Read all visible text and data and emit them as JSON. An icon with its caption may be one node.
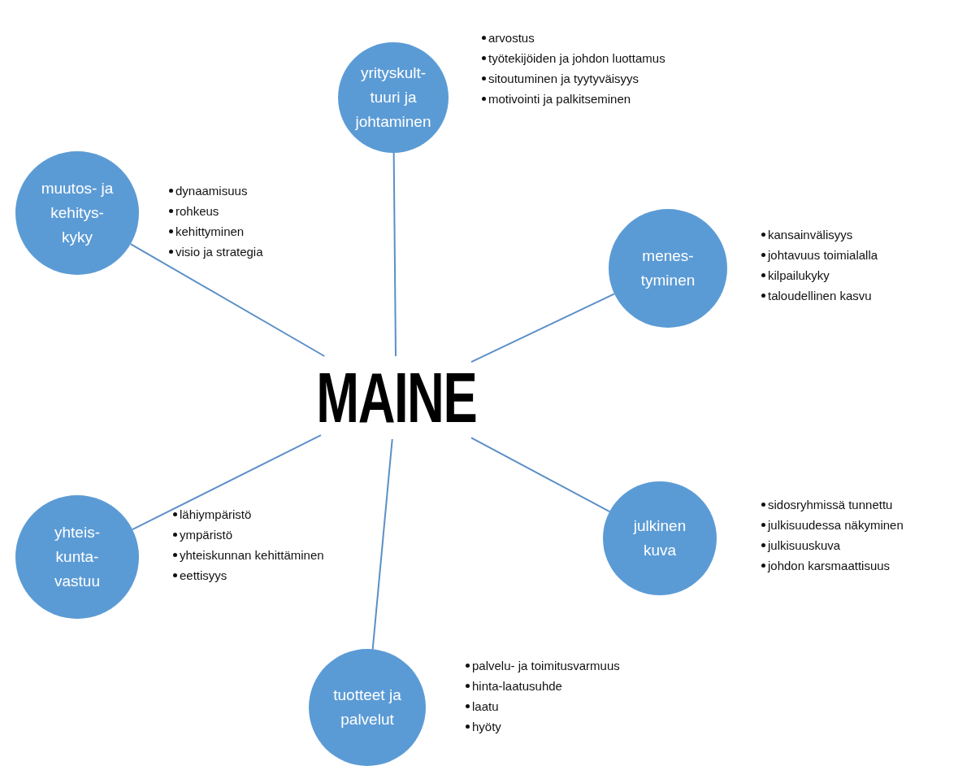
{
  "diagram": {
    "nodes": [
      {
        "text": [
          "MAINE"
        ]
      },
      {
        "text": [
          "yrityskult- tuuri ja johtaminen"
        ],
        "beside": [
          "arvostus",
          "työtekijöiden ja johdon luottamus",
          "sitoutuminen ja tyytyväisyys",
          "motivointi ja palkitseminen"
        ]
      },
      {
        "text": [
          "muutos- ja kehitys- kyky"
        ],
        "beside": [
          "dynaamisuus",
          "rohkeus",
          "kehittyminen",
          "visio ja strategia"
        ]
      },
      {
        "text": [
          "menes- tyminen"
        ],
        "beside": [
          "kansainvälisyys",
          "johtavuus toimialalla",
          "kilpailukyky",
          "taloudellinen kasvu"
        ]
      },
      {
        "text": [
          "julkinen kuva"
        ],
        "beside": [
          "sidosryhmissä tunnettu",
          "julkisuudessa näkyminen",
          "julkisuuskuva",
          "johdon karsmaattisuus"
        ]
      },
      {
        "text": [
          "yhteis- kunta- vastuu"
        ],
        "beside": [
          "lähiympäristö",
          "ympäristö",
          "yhteiskunnan kehittäminen",
          "eettisyys"
        ]
      },
      {
        "text": [
          "tuotteet ja palvelut"
        ],
        "beside": [
          "palvelu- ja toimitusvarmuus",
          "hinta-laatusuhde",
          "laatu",
          "hyöty"
        ]
      }
    ],
    "edges": [
      {
        "from": 0,
        "to": 1,
        "arrow": "none"
      },
      {
        "from": 0,
        "to": 2,
        "arrow": "none"
      },
      {
        "from": 0,
        "to": 3,
        "arrow": "none"
      },
      {
        "from": 0,
        "to": 4,
        "arrow": "none"
      },
      {
        "from": 0,
        "to": 5,
        "arrow": "none"
      },
      {
        "from": 0,
        "to": 6,
        "arrow": "none"
      }
    ]
  }
}
